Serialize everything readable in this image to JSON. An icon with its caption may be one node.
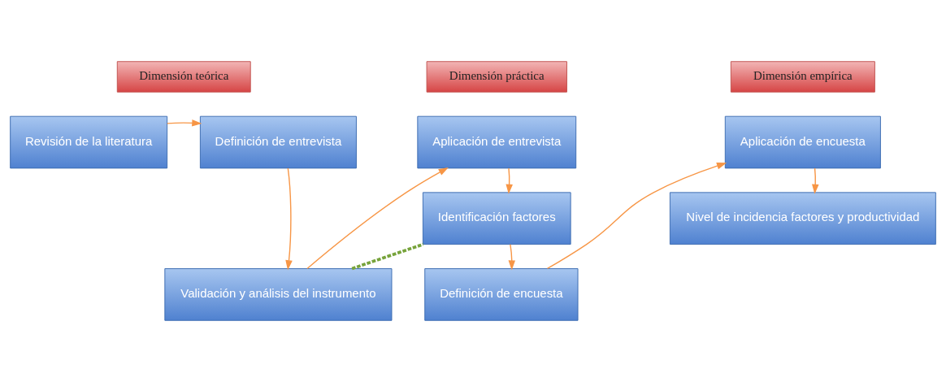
{
  "diagram": {
    "nodes": [
      {
        "text": [
          "Dimensión teórica"
        ]
      },
      {
        "text": [
          "Dimensión práctica"
        ]
      },
      {
        "text": [
          "Dimensión empírica"
        ]
      },
      {
        "text": [
          "Revisión de la literatura"
        ]
      },
      {
        "text": [
          "Definición de entrevista"
        ]
      },
      {
        "text": [
          "Validación y análisis del instrumento"
        ]
      },
      {
        "text": [
          "Aplicación de entrevista"
        ]
      },
      {
        "text": [
          "Identificación factores"
        ]
      },
      {
        "text": [
          "Definición de encuesta"
        ]
      },
      {
        "text": [
          "Aplicación de encuesta"
        ]
      },
      {
        "text": [
          "Nivel de incidencia factores y productividad"
        ]
      }
    ],
    "edges": [
      {
        "from": 3,
        "to": 4,
        "arrow": "to"
      },
      {
        "from": 4,
        "to": 5,
        "arrow": "to"
      },
      {
        "from": 5,
        "to": 6,
        "arrow": "to"
      },
      {
        "from": 6,
        "to": 7,
        "arrow": "to"
      },
      {
        "from": 7,
        "to": 8,
        "arrow": "to"
      },
      {
        "from": 8,
        "to": 9,
        "arrow": "to"
      },
      {
        "from": 9,
        "to": 10,
        "arrow": "to"
      },
      {
        "from": 5,
        "to": 7,
        "arrow": "none",
        "style": "dashed",
        "color": "#77a33b"
      }
    ]
  }
}
